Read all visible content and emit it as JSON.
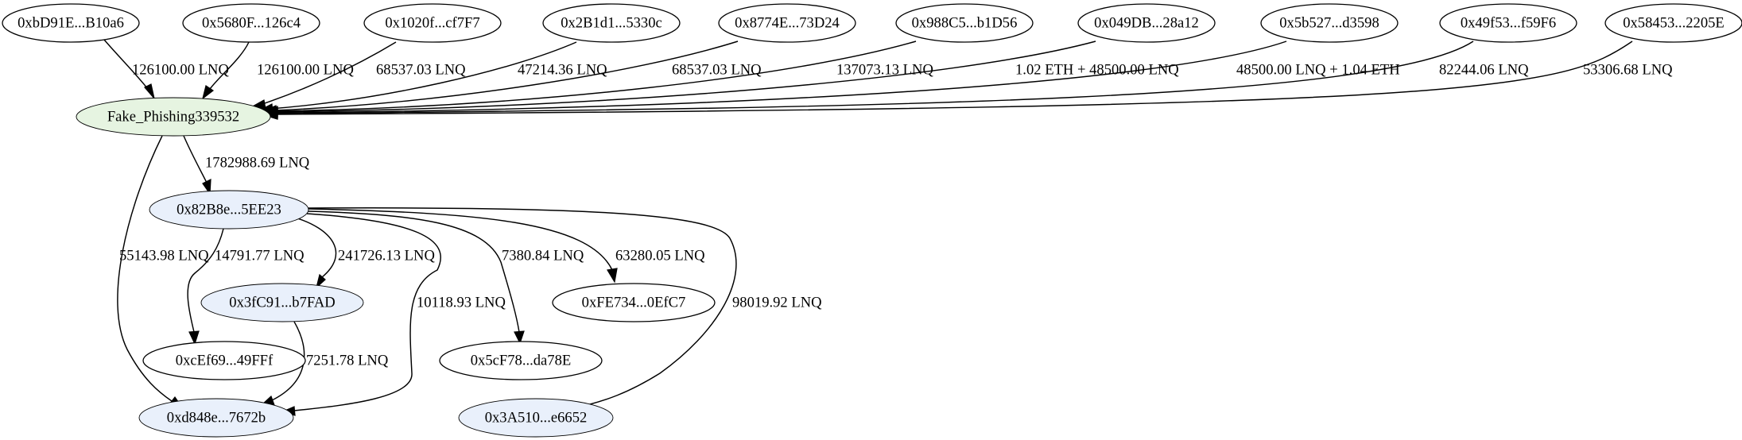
{
  "graph": {
    "colors": {
      "default_fill": "#ffffff",
      "default_stroke": "#000000",
      "phishing_fill": "#e6f4e1",
      "phishing_stroke": "#9ccf8f",
      "tracked_fill": "#e9f0fb",
      "tracked_stroke": "#bcd0ee"
    },
    "nodes": [
      {
        "id": "n1",
        "label": "0xbD91E...B10a6",
        "style": "default"
      },
      {
        "id": "n2",
        "label": "0x5680F...126c4",
        "style": "default"
      },
      {
        "id": "n3",
        "label": "0x1020f...cf7F7",
        "style": "default"
      },
      {
        "id": "n4",
        "label": "0x2B1d1...5330c",
        "style": "default"
      },
      {
        "id": "n5",
        "label": "0x8774E...73D24",
        "style": "default"
      },
      {
        "id": "n6",
        "label": "0x988C5...b1D56",
        "style": "default"
      },
      {
        "id": "n7",
        "label": "0x049DB...28a12",
        "style": "default"
      },
      {
        "id": "n8",
        "label": "0x5b527...d3598",
        "style": "default"
      },
      {
        "id": "n9",
        "label": "0x49f53...f59F6",
        "style": "default"
      },
      {
        "id": "n10",
        "label": "0x58453...2205E",
        "style": "default"
      },
      {
        "id": "phish",
        "label": "Fake_Phishing339532",
        "style": "phishing"
      },
      {
        "id": "hub",
        "label": "0x82B8e...5EE23",
        "style": "tracked"
      },
      {
        "id": "n3fc",
        "label": "0x3fC91...b7FAD",
        "style": "tracked"
      },
      {
        "id": "nfe7",
        "label": "0xFE734...0EfC7",
        "style": "default"
      },
      {
        "id": "ncef",
        "label": "0xcEf69...49FFf",
        "style": "default"
      },
      {
        "id": "n5cf",
        "label": "0x5cF78...da78E",
        "style": "default"
      },
      {
        "id": "nd84",
        "label": "0xd848e...7672b",
        "style": "tracked"
      },
      {
        "id": "n3a5",
        "label": "0x3A510...e6652",
        "style": "tracked"
      }
    ],
    "edges": [
      {
        "id": "e1",
        "from": "n1",
        "to": "phish",
        "label": "126100.00 LNQ"
      },
      {
        "id": "e2",
        "from": "n2",
        "to": "phish",
        "label": "126100.00 LNQ"
      },
      {
        "id": "e3",
        "from": "n3",
        "to": "phish",
        "label": "68537.03 LNQ"
      },
      {
        "id": "e4",
        "from": "n4",
        "to": "phish",
        "label": "47214.36 LNQ"
      },
      {
        "id": "e5",
        "from": "n5",
        "to": "phish",
        "label": "68537.03 LNQ"
      },
      {
        "id": "e6",
        "from": "n6",
        "to": "phish",
        "label": "137073.13 LNQ"
      },
      {
        "id": "e7",
        "from": "n7",
        "to": "phish",
        "label": "1.02 ETH + 48500.00 LNQ"
      },
      {
        "id": "e8",
        "from": "n8",
        "to": "phish",
        "label": "48500.00 LNQ + 1.04 ETH"
      },
      {
        "id": "e9",
        "from": "n9",
        "to": "phish",
        "label": "82244.06 LNQ"
      },
      {
        "id": "e10",
        "from": "n10",
        "to": "phish",
        "label": "53306.68 LNQ"
      },
      {
        "id": "e11",
        "from": "phish",
        "to": "hub",
        "label": "1782988.69 LNQ"
      },
      {
        "id": "e12",
        "from": "phish",
        "to": "nd84",
        "label": "55143.98 LNQ"
      },
      {
        "id": "e13",
        "from": "hub",
        "to": "ncef",
        "label": "14791.77 LNQ"
      },
      {
        "id": "e14",
        "from": "hub",
        "to": "n3fc",
        "label": "241726.13 LNQ"
      },
      {
        "id": "e15",
        "from": "hub",
        "to": "nd84",
        "label": "10118.93 LNQ"
      },
      {
        "id": "e16",
        "from": "hub",
        "to": "n5cf",
        "label": "7380.84 LNQ"
      },
      {
        "id": "e17",
        "from": "hub",
        "to": "nfe7",
        "label": "63280.05 LNQ"
      },
      {
        "id": "e18",
        "from": "hub",
        "to": "n3a5",
        "label": "98019.92 LNQ"
      },
      {
        "id": "e19",
        "from": "n3fc",
        "to": "nd84",
        "label": "7251.78 LNQ"
      }
    ]
  }
}
